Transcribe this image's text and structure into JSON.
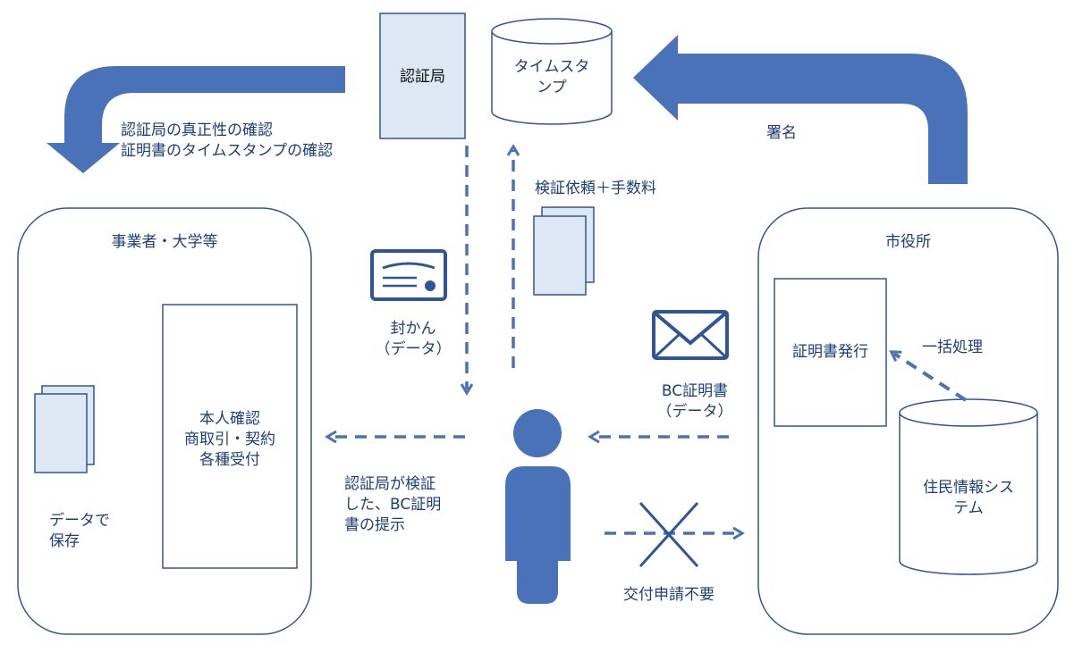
{
  "certificate_authority": {
    "label": "認証局"
  },
  "timestamp": {
    "label": "タイムスタ\nンプ"
  },
  "ca_check_text": "認証局の真正性の確認\n証明書のタイムスタンプの確認",
  "signature_label": "署名",
  "verification_request_label": "検証依頼＋手数料",
  "business": {
    "title": "事業者・大学等",
    "inner_box_text": "本人確認\n商取引・契約\n各種受付",
    "save_text": "データで\n保存"
  },
  "city_hall": {
    "title": "市役所",
    "issuance_box": "証明書発行",
    "batch_label": "一括処理",
    "resident_system": "住民情報シス\nテム"
  },
  "sealed_data_label": "封かん\n（データ）",
  "bc_certificate_label": "BC証明書\n（データ）",
  "presentation_label": "認証局が検証\nした、BC証明\n書の提示",
  "no_application_label": "交付申請不要",
  "colors": {
    "primary": "#4a72b8",
    "stroke": "#2f5597",
    "light_fill": "#dde8f4",
    "text": "#1a3f78"
  }
}
